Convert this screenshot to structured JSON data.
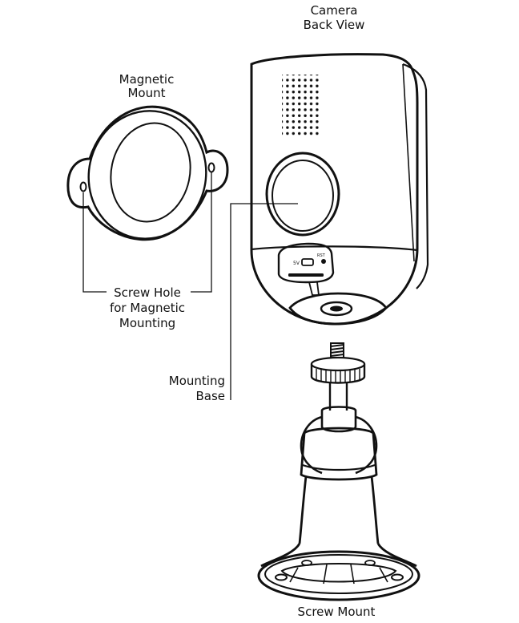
{
  "labels": {
    "camera_line1": "Camera",
    "camera_line2": "Back View",
    "magnetic_line1": "Magnetic",
    "magnetic_line2": "Mount",
    "screw_hole_line1": "Screw Hole",
    "screw_hole_line2": "for Magnetic",
    "screw_hole_line3": "Mounting",
    "mounting_base_line1": "Mounting",
    "mounting_base_line2": "Base",
    "screw_mount": "Screw Mount"
  },
  "port_text": {
    "left": "5V",
    "right": "RST"
  },
  "colors": {
    "line": "#111111",
    "background": "#ffffff"
  }
}
